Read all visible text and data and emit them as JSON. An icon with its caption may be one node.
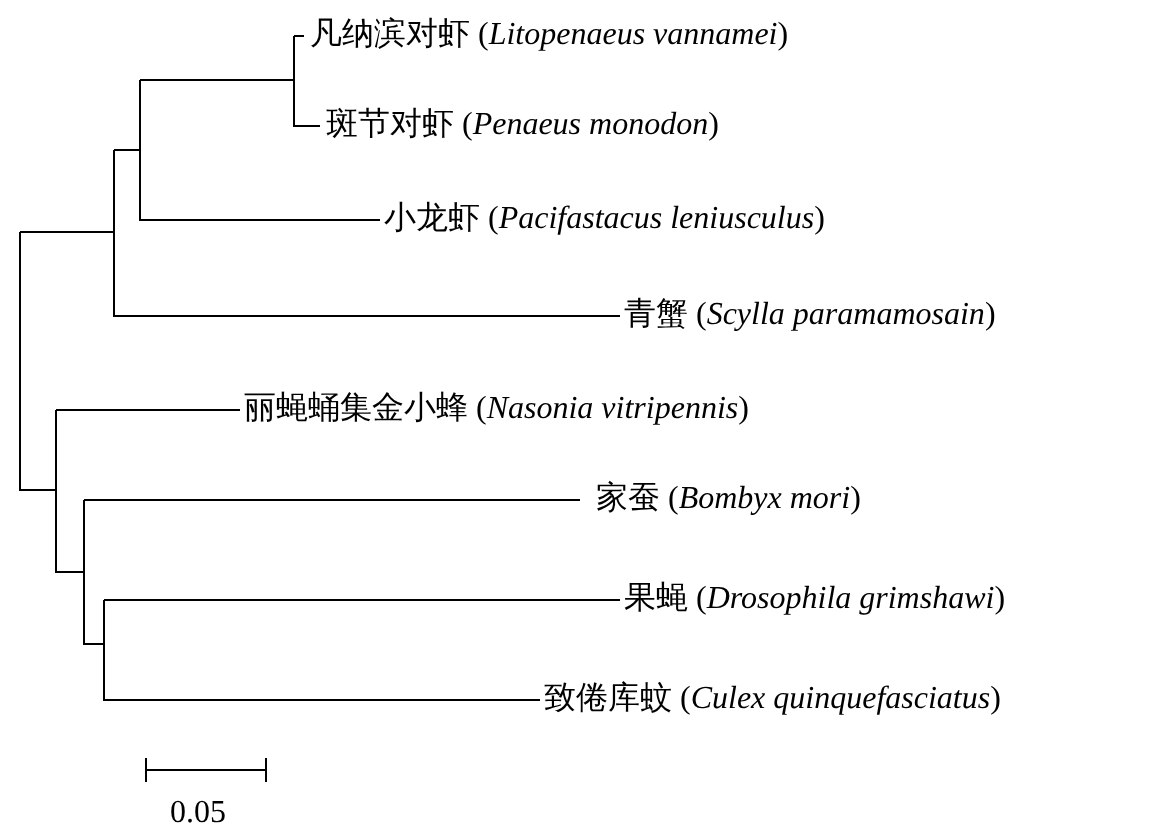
{
  "diagram": {
    "labels": [
      "凡纳滨对虾 (*Litopenaeus vannamei*)",
      "斑节对虾 (*Penaeus monodon*)",
      "小龙虾 (*Pacifastacus leniusculus*)",
      "青蟹 (*Scylla paramamosain*)",
      "丽蝇蛹集金小蜂 (*Nasonia vitripennis*)",
      "家蚕 (*Bombyx mori*)",
      "果蝇 (*Drosophila grimshawi*)",
      "致倦库蚊 (*Culex quinquefasciatus*)",
      "0.05"
    ]
  }
}
